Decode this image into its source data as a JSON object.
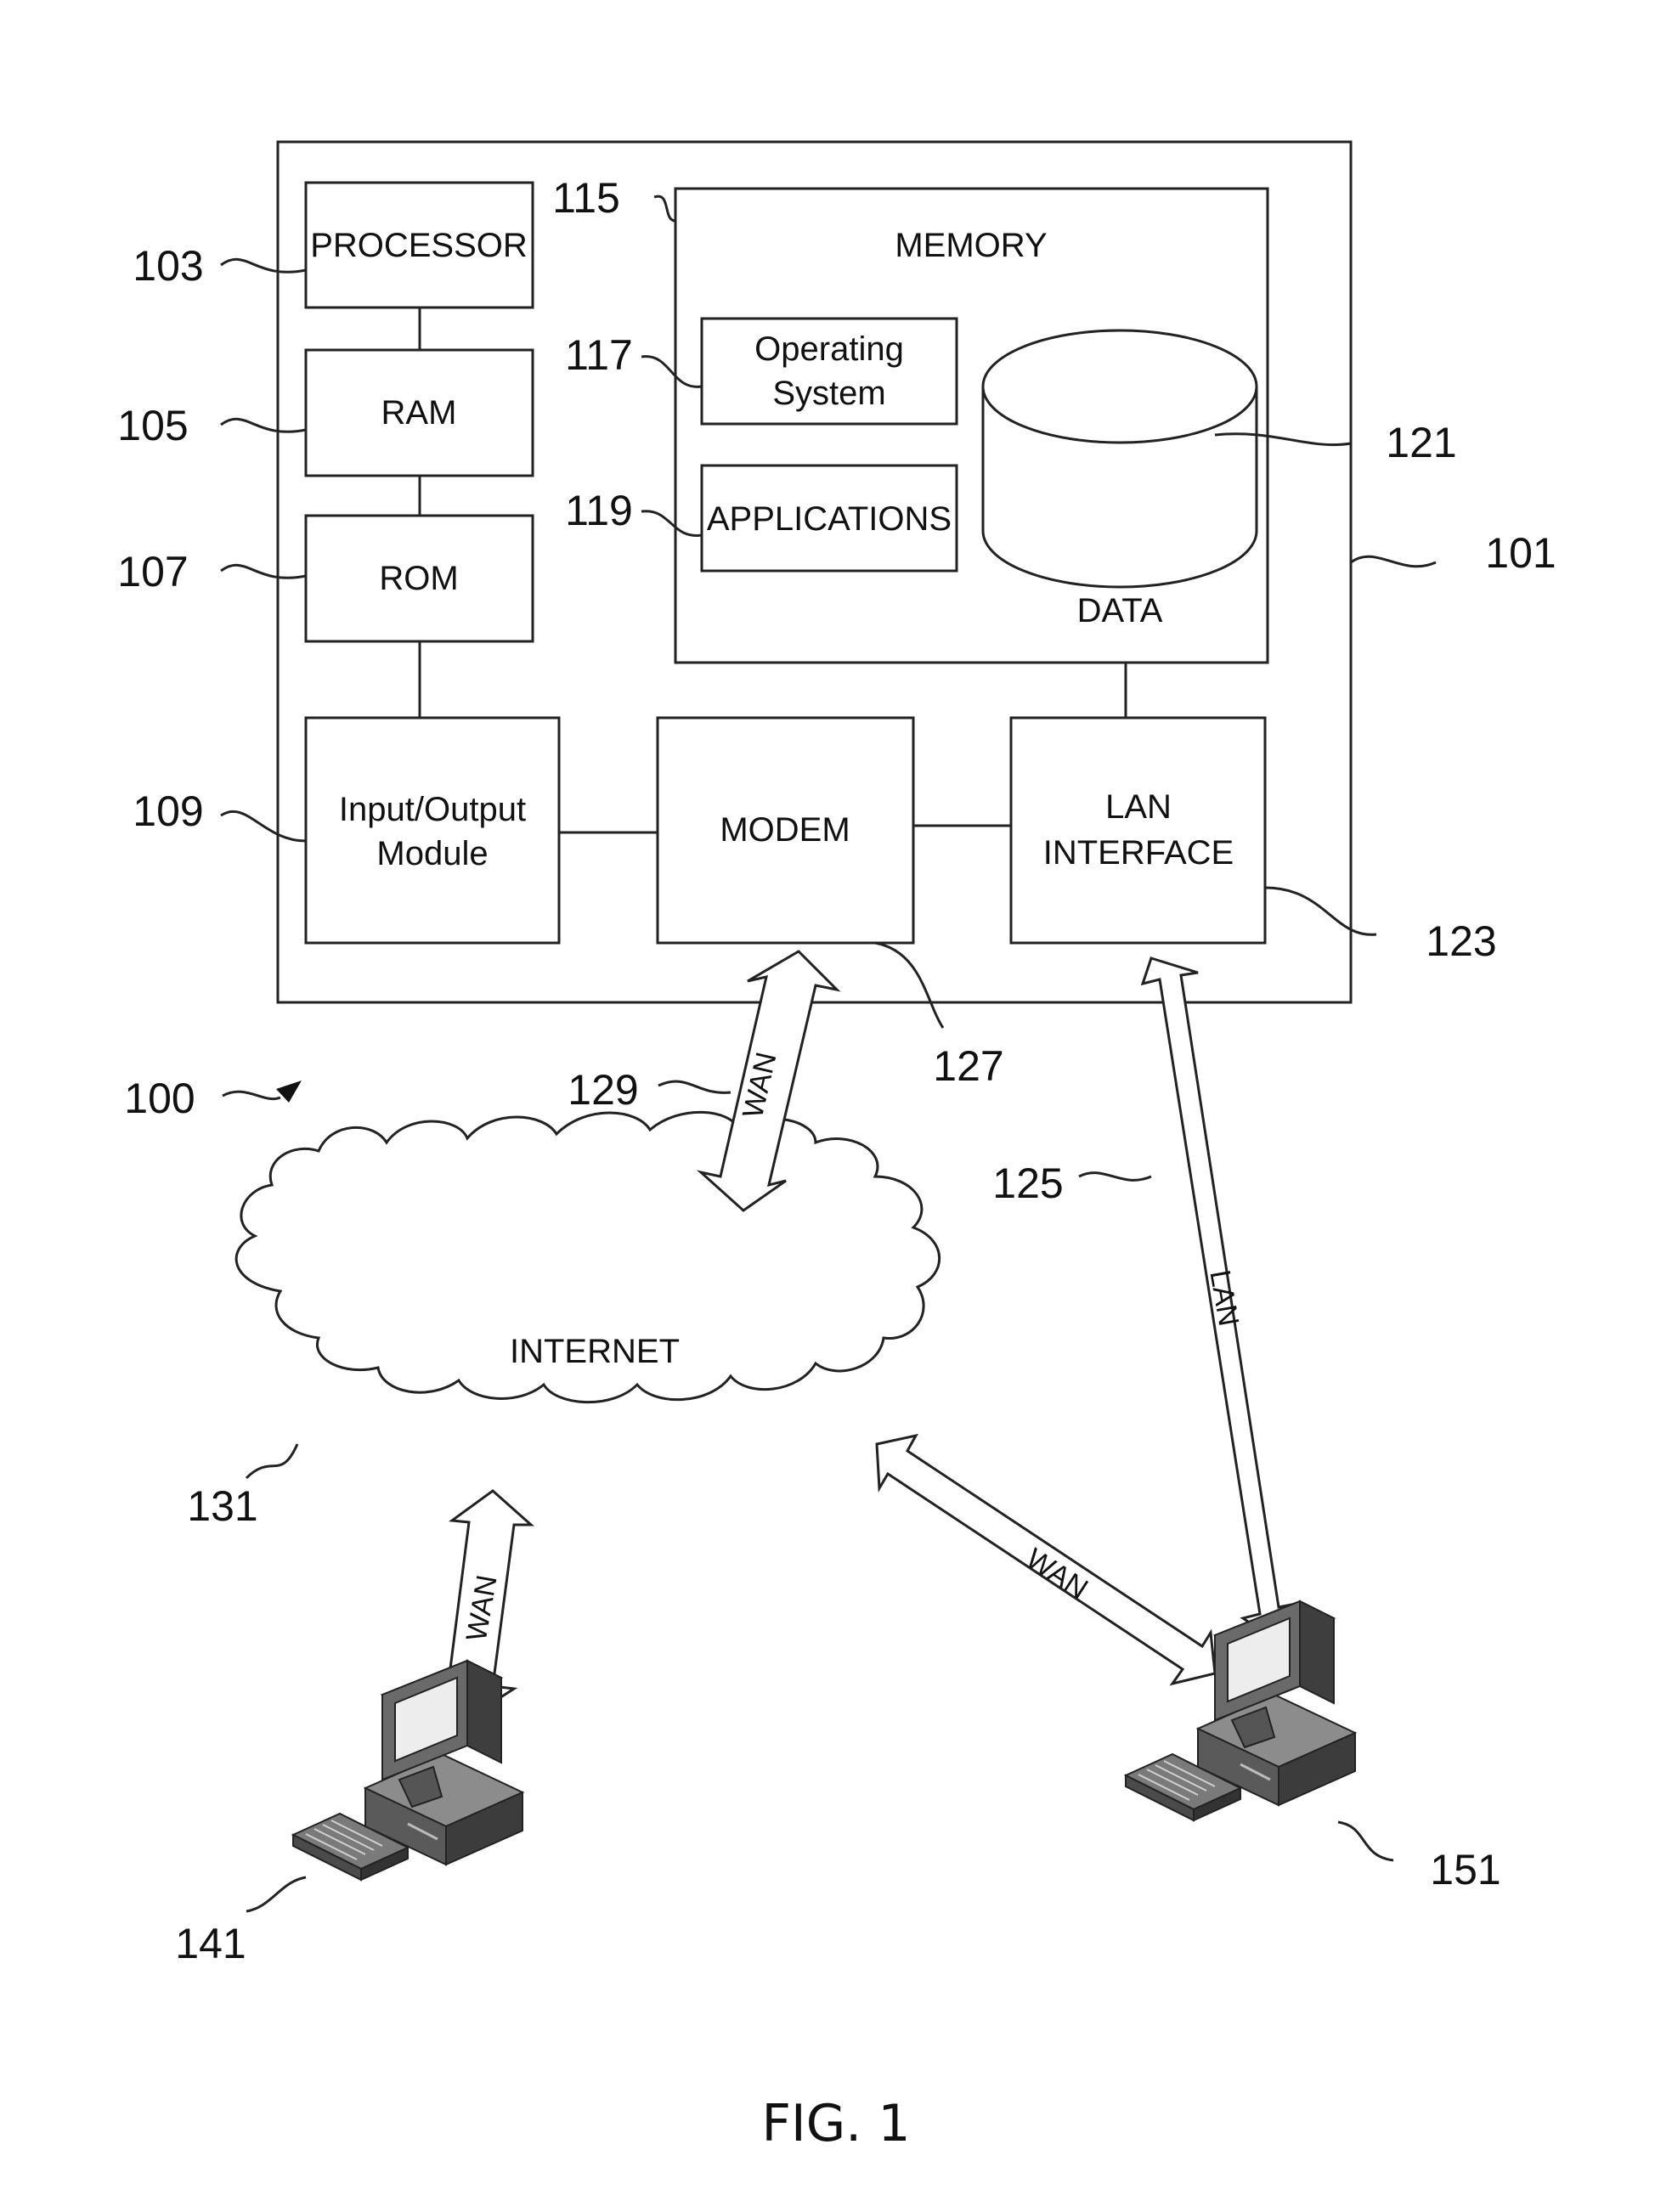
{
  "figure": {
    "caption": "FIG. 1",
    "system_ref": "100"
  },
  "computer": {
    "ref": "101",
    "processor": {
      "label": "PROCESSOR",
      "ref": "103"
    },
    "ram": {
      "label": "RAM",
      "ref": "105"
    },
    "rom": {
      "label": "ROM",
      "ref": "107"
    },
    "io": {
      "label_line1": "Input/Output",
      "label_line2": "Module",
      "ref": "109"
    },
    "memory": {
      "label": "MEMORY",
      "ref": "115",
      "os": {
        "label_line1": "Operating",
        "label_line2": "System",
        "ref": "117"
      },
      "apps": {
        "label": "APPLICATIONS",
        "ref": "119"
      },
      "data": {
        "label": "DATA",
        "ref": "121"
      }
    },
    "modem": {
      "label": "MODEM",
      "ref": "127"
    },
    "lan_interface": {
      "label_line1": "LAN",
      "label_line2": "INTERFACE",
      "ref": "123"
    }
  },
  "links": {
    "wan_modem": {
      "label": "WAN",
      "ref": "129"
    },
    "lan": {
      "label": "LAN",
      "ref": "125"
    },
    "wan_141": {
      "label": "WAN"
    },
    "wan_151": {
      "label": "WAN"
    }
  },
  "internet": {
    "label": "INTERNET",
    "ref": "131"
  },
  "terminals": [
    {
      "ref": "141",
      "icon": "desktop-computer-icon"
    },
    {
      "ref": "151",
      "icon": "desktop-computer-icon"
    }
  ]
}
